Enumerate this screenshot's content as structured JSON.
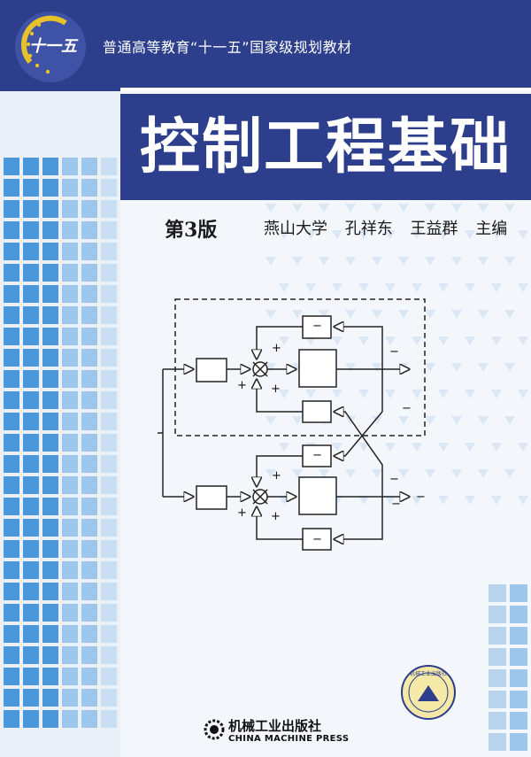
{
  "cover": {
    "series_badge_text": "十一五",
    "series_line": "普通高等教育“十一五”国家级规划教材",
    "title": "控制工程基础",
    "edition": "第3版",
    "authors": [
      "燕山大学",
      "孔祥东",
      "王益群",
      "主编"
    ],
    "publisher_cn": "机械工业出版社",
    "publisher_en": "CHINA MACHINE PRESS",
    "seal_text": "机械工业出版社"
  },
  "diagram": {
    "signs": {
      "top_feedback_minus": "−",
      "top_plus_a": "+",
      "top_plus_b": "+",
      "top_plus_c": "+",
      "top_out_minus_a": "−",
      "top_out_minus_b": "−",
      "bot_feedback_minus": "−",
      "bot_plus_a": "+",
      "bot_plus_b": "+",
      "bot_plus_c": "+",
      "bot_out_minus_a": "−",
      "bot_out_minus_b": "−",
      "bot_out_minus_c": "−",
      "bot_feedback2_minus": "−"
    }
  },
  "colors": {
    "navy": "#2d3f8c",
    "sky_blue": "#4a97d9",
    "light_blue": "#9cc6ec",
    "badge_gold": "#e8c22a"
  }
}
